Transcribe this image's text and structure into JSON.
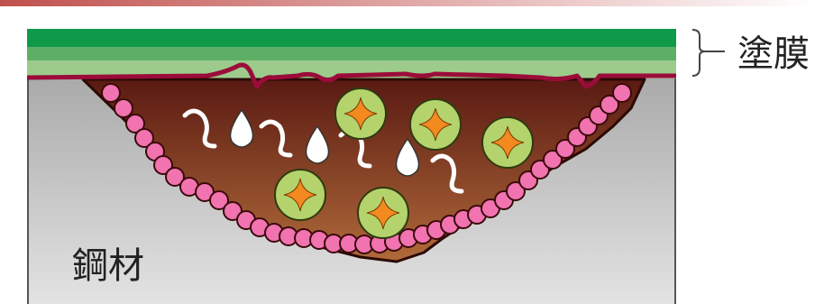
{
  "labels": {
    "coating": "塗膜",
    "steel": "鋼材"
  },
  "colors": {
    "accent_gradient_start": "#c0504d",
    "accent_gradient_end": "#ffffff",
    "coating_top": "#0f9a4a",
    "coating_mid": "#5daf66",
    "coating_bottom": "#9ccb8c",
    "interface_line": "#9b0c3a",
    "steel_top": "#aaaaaa",
    "steel_bottom": "#e3e3e3",
    "corrosion_dark": "#5a1a12",
    "corrosion_light": "#b06a3a",
    "pink_particle": "#f173b0",
    "green_particle": "#b4d36c",
    "star": "#f28a1f"
  },
  "icons": [
    "pink-circle-particle",
    "green-circle-star-particle",
    "white-droplet",
    "white-squiggle"
  ]
}
